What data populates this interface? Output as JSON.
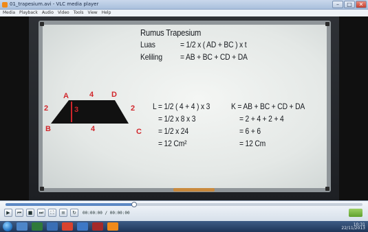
{
  "window": {
    "title": "01_trapesium.avi - VLC media player",
    "minimize": "–",
    "maximize": "□",
    "close": "✕"
  },
  "menu": [
    "Media",
    "Playback",
    "Audio",
    "Video",
    "Tools",
    "View",
    "Help"
  ],
  "board": {
    "heading": "Rumus Trapesium",
    "luas_label": "Luas",
    "luas_formula": "= 1/2 x ( AD + BC ) x t",
    "keliling_label": "Keliling",
    "keliling_formula": "= AB + BC + CD + DA",
    "calc_L": [
      "L = 1/2 ( 4 + 4 ) x 3",
      "= 1/2 x 8 x 3",
      "= 1/2 x 24",
      "= 12 Cm²"
    ],
    "calc_K": [
      "K = AB + BC + CD + DA",
      "= 2 + 4 + 2 + 4",
      "= 6 + 6",
      "= 12 Cm"
    ],
    "shape_labels": {
      "A": "A",
      "D": "D",
      "B": "B",
      "C": "C",
      "top": "4",
      "bottom": "4",
      "left": "2",
      "right": "2",
      "height": "3"
    },
    "colors": {
      "shape": "#111111",
      "labels": "#d1262b",
      "ink": "#15181d"
    }
  },
  "player": {
    "progress": 0.36,
    "time": "00:00:00 / 00:00:00",
    "buttons": [
      "play-icon",
      "prev-icon",
      "stop-icon",
      "next-icon",
      "fullscreen-icon",
      "playlist-icon",
      "loop-icon"
    ]
  },
  "taskbar": {
    "clock": "10:31",
    "date": "22/11/2013"
  }
}
